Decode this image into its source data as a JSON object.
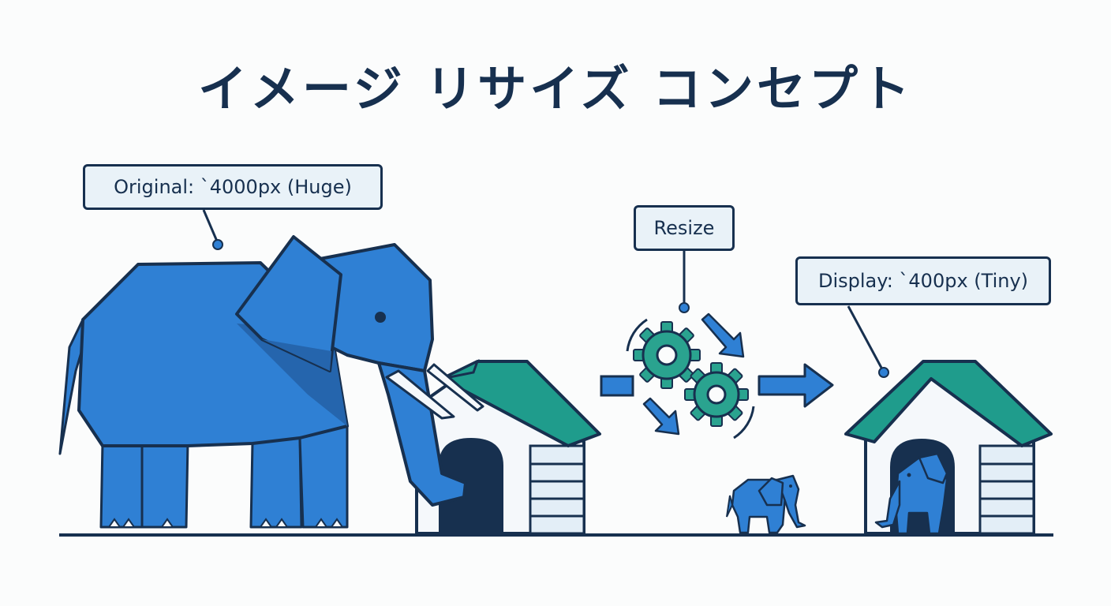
{
  "title": "イメージ リサイズ コンセプト",
  "labels": {
    "original": "Original: `4000px (Huge)",
    "resize": "Resize",
    "display": "Display: `400px (Tiny)"
  },
  "colors": {
    "outline": "#17304f",
    "elephant": "#2f80d4",
    "elephant_shadow": "#2565ad",
    "roof": "#1f9c8c",
    "house_wall": "#f5f8fb",
    "house_panel": "#e3eef7",
    "door": "#17304f",
    "label_fill": "#e9f2f8",
    "gear": "#2aa38f",
    "arrow": "#2f80d4"
  },
  "icons": [
    "large-elephant-icon",
    "doghouse-icon",
    "gear-icon",
    "arrow-icon",
    "small-elephant-icon"
  ]
}
